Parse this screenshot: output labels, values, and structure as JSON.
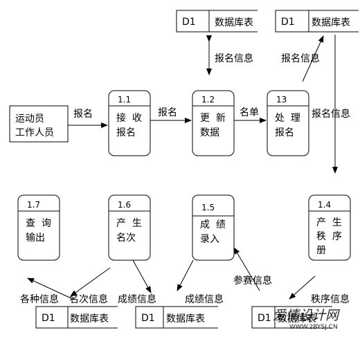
{
  "colors": {
    "line": "#000000",
    "background": "#ffffff",
    "watermark": "#c0392b"
  },
  "entity": {
    "line1": "运动员",
    "line2": "工作人员"
  },
  "processes": {
    "p11": {
      "id": "1.1",
      "line1": "接  收",
      "line2": "报名"
    },
    "p12": {
      "id": "1.2",
      "line1": "更  新",
      "line2": "数据"
    },
    "p13": {
      "id": "13",
      "line1": "处  理",
      "line2": "报名"
    },
    "p14": {
      "id": "1.4",
      "line1": "产  生",
      "line2": "秩  序",
      "line3": "册"
    },
    "p15": {
      "id": "1.5",
      "line1": "成  绩",
      "line2": "录入"
    },
    "p16": {
      "id": "1.6",
      "line1": "产  生",
      "line2": "名次"
    },
    "p17": {
      "id": "1.7",
      "line1": "查  询",
      "line2": "输出"
    }
  },
  "stores": {
    "top1": {
      "id": "D1",
      "name": "数据库表"
    },
    "top2": {
      "id": "D1",
      "name": "数据库表"
    },
    "bot1": {
      "id": "D1",
      "name": "数据库表"
    },
    "bot2": {
      "id": "D1",
      "name": "数据库表"
    },
    "bot3": {
      "id": "D1",
      "name": "数据库表"
    }
  },
  "flows": {
    "entity_to_11": "报名",
    "p11_to_12": "报名",
    "p12_to_13": "名单",
    "store_to_12": "报名信息",
    "p13_to_store": "报名信息",
    "store_to_14": "报名信息",
    "p14_to_store": "秩序信息",
    "store_to_15": "参赛信息",
    "p15_to_store": "成绩信息",
    "store_to_16": "成绩信息",
    "p16_to_store": "名次信息",
    "store_to_17": "各种信息"
  },
  "watermark": {
    "text": "爱情设计网",
    "url": "WWW.2BYSJ.CN"
  }
}
